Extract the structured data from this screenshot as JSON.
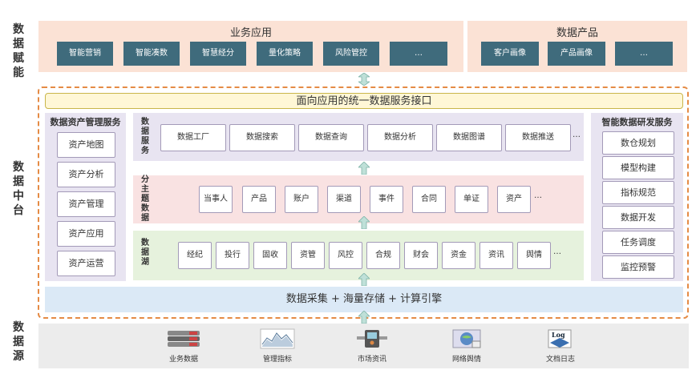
{
  "side_labels": {
    "empower": [
      "数",
      "据",
      "赋",
      "能"
    ],
    "middle": [
      "数",
      "据",
      "中",
      "台"
    ],
    "source": [
      "数",
      "据",
      "源"
    ]
  },
  "business_apps": {
    "title": "业务应用",
    "items": [
      "智能营销",
      "智能凑数",
      "智慧经分",
      "量化策略",
      "风险管控",
      "…"
    ]
  },
  "data_products": {
    "title": "数据产品",
    "items": [
      "客户画像",
      "产品画像",
      "…"
    ]
  },
  "unified_interface": "面向应用的统一数据服务接口",
  "asset_mgmt": {
    "title": "数据资产管理服务",
    "items": [
      "资产地图",
      "资产分析",
      "资产管理",
      "资产应用",
      "资产运营"
    ]
  },
  "data_service": {
    "label": [
      "数",
      "据",
      "服",
      "务"
    ],
    "items": [
      "数据工厂",
      "数据搜索",
      "数据查询",
      "数据分析",
      "数据图谱",
      "数据推送"
    ],
    "more": "…"
  },
  "subject_data": {
    "label": [
      "分",
      "主",
      "题",
      "数",
      "据"
    ],
    "items": [
      "当事人",
      "产品",
      "账户",
      "渠道",
      "事件",
      "合同",
      "单证",
      "资产"
    ],
    "more": "…"
  },
  "data_lake": {
    "label": [
      "数",
      "据",
      "湖"
    ],
    "items": [
      "经纪",
      "投行",
      "固收",
      "资管",
      "风控",
      "合规",
      "财会",
      "资金",
      "资讯",
      "舆情"
    ],
    "more": "…"
  },
  "dev_service": {
    "title": "智能数据研发服务",
    "items": [
      "数仓规划",
      "模型构建",
      "指标规范",
      "数据开发",
      "任务调度",
      "监控预警"
    ]
  },
  "engine_bar": "数据采集 + 海量存储 + 计算引擎",
  "sources": [
    {
      "label": "业务数据",
      "icon": "server-icon"
    },
    {
      "label": "管理指标",
      "icon": "chart-icon"
    },
    {
      "label": "市场资讯",
      "icon": "terminal-icon"
    },
    {
      "label": "网络舆情",
      "icon": "globe-icon"
    },
    {
      "label": "文档日志",
      "icon": "log-icon",
      "icon_text": "Log"
    }
  ],
  "colors": {
    "teal": "#3f6b7c",
    "peach": "#fbe2d5",
    "dashed_orange": "#e58b45",
    "arrow": "#bfe0d8"
  }
}
